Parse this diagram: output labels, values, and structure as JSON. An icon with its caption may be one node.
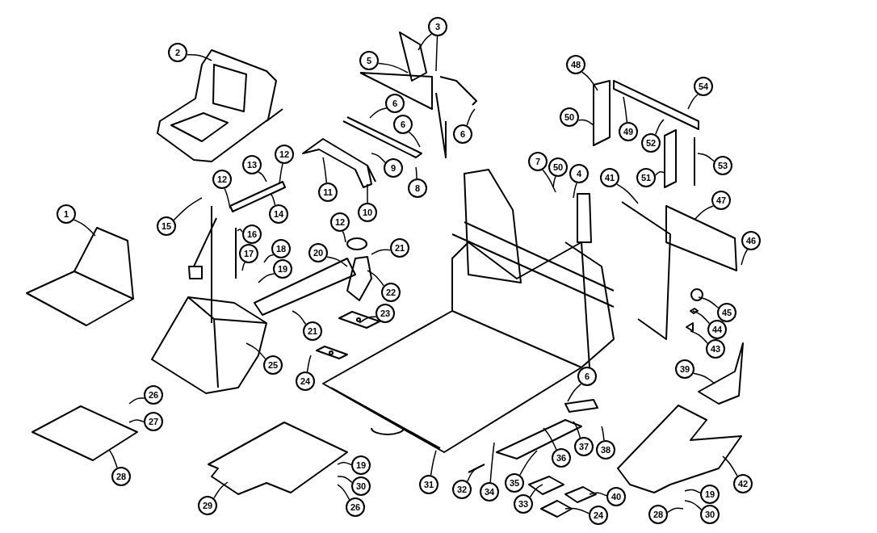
{
  "diagram": {
    "nodes": [
      {
        "text": [
          "3"
        ]
      },
      {
        "text": [
          "2"
        ]
      },
      {
        "text": [
          "5"
        ]
      },
      {
        "text": [
          "48"
        ]
      },
      {
        "text": [
          "54"
        ]
      },
      {
        "text": [
          "6"
        ]
      },
      {
        "text": [
          "50"
        ]
      },
      {
        "text": [
          "6"
        ]
      },
      {
        "text": [
          "49"
        ]
      },
      {
        "text": [
          "6"
        ]
      },
      {
        "text": [
          "52"
        ]
      },
      {
        "text": [
          "12"
        ]
      },
      {
        "text": [
          "7"
        ]
      },
      {
        "text": [
          "13"
        ]
      },
      {
        "text": [
          "53"
        ]
      },
      {
        "text": [
          "50"
        ]
      },
      {
        "text": [
          "9"
        ]
      },
      {
        "text": [
          "4"
        ]
      },
      {
        "text": [
          "41"
        ]
      },
      {
        "text": [
          "51"
        ]
      },
      {
        "text": [
          "12"
        ]
      },
      {
        "text": [
          "8"
        ]
      },
      {
        "text": [
          "11"
        ]
      },
      {
        "text": [
          "47"
        ]
      },
      {
        "text": [
          "10"
        ]
      },
      {
        "text": [
          "1"
        ]
      },
      {
        "text": [
          "14"
        ]
      },
      {
        "text": [
          "12"
        ]
      },
      {
        "text": [
          "15"
        ]
      },
      {
        "text": [
          "16"
        ]
      },
      {
        "text": [
          "46"
        ]
      },
      {
        "text": [
          "21"
        ]
      },
      {
        "text": [
          "18"
        ]
      },
      {
        "text": [
          "20"
        ]
      },
      {
        "text": [
          "17"
        ]
      },
      {
        "text": [
          "19"
        ]
      },
      {
        "text": [
          "22"
        ]
      },
      {
        "text": [
          "45"
        ]
      },
      {
        "text": [
          "23"
        ]
      },
      {
        "text": [
          "44"
        ]
      },
      {
        "text": [
          "21"
        ]
      },
      {
        "text": [
          "43"
        ]
      },
      {
        "text": [
          "25"
        ]
      },
      {
        "text": [
          "39"
        ]
      },
      {
        "text": [
          "6"
        ]
      },
      {
        "text": [
          "24"
        ]
      },
      {
        "text": [
          "26"
        ]
      },
      {
        "text": [
          "27"
        ]
      },
      {
        "text": [
          "37"
        ]
      },
      {
        "text": [
          "38"
        ]
      },
      {
        "text": [
          "36"
        ]
      },
      {
        "text": [
          "19"
        ]
      },
      {
        "text": [
          "28"
        ]
      },
      {
        "text": [
          "35"
        ]
      },
      {
        "text": [
          "42"
        ]
      },
      {
        "text": [
          "31"
        ]
      },
      {
        "text": [
          "30"
        ]
      },
      {
        "text": [
          "32"
        ]
      },
      {
        "text": [
          "34"
        ]
      },
      {
        "text": [
          "19"
        ]
      },
      {
        "text": [
          "40"
        ]
      },
      {
        "text": [
          "33"
        ]
      },
      {
        "text": [
          "29"
        ]
      },
      {
        "text": [
          "26"
        ]
      },
      {
        "text": [
          "30"
        ]
      },
      {
        "text": [
          "28"
        ]
      },
      {
        "text": [
          "24"
        ]
      }
    ],
    "edges": [
      {
        "from": 0,
        "to": null,
        "arrow": "none"
      },
      {
        "from": 0,
        "to": null,
        "arrow": "none"
      },
      {
        "from": 1,
        "to": null,
        "arrow": "none"
      },
      {
        "from": 2,
        "to": null,
        "arrow": "none"
      },
      {
        "from": 3,
        "to": null,
        "arrow": "none"
      },
      {
        "from": 4,
        "to": null,
        "arrow": "none"
      },
      {
        "from": 5,
        "to": null,
        "arrow": "none"
      },
      {
        "from": 6,
        "to": null,
        "arrow": "none"
      },
      {
        "from": 7,
        "to": null,
        "arrow": "none"
      },
      {
        "from": 8,
        "to": null,
        "arrow": "none"
      },
      {
        "from": 9,
        "to": null,
        "arrow": "none"
      },
      {
        "from": 10,
        "to": null,
        "arrow": "none"
      },
      {
        "from": 11,
        "to": null,
        "arrow": "none"
      },
      {
        "from": 12,
        "to": null,
        "arrow": "none"
      },
      {
        "from": 13,
        "to": null,
        "arrow": "none"
      },
      {
        "from": 14,
        "to": null,
        "arrow": "none"
      },
      {
        "from": 15,
        "to": null,
        "arrow": "none"
      },
      {
        "from": 16,
        "to": null,
        "arrow": "none"
      },
      {
        "from": 17,
        "to": null,
        "arrow": "none"
      },
      {
        "from": 18,
        "to": null,
        "arrow": "none"
      },
      {
        "from": 19,
        "to": null,
        "arrow": "none"
      },
      {
        "from": 20,
        "to": null,
        "arrow": "none"
      },
      {
        "from": 21,
        "to": null,
        "arrow": "none"
      },
      {
        "from": 22,
        "to": null,
        "arrow": "none"
      },
      {
        "from": 23,
        "to": null,
        "arrow": "none"
      },
      {
        "from": 24,
        "to": null,
        "arrow": "none"
      },
      {
        "from": 25,
        "to": null,
        "arrow": "none"
      },
      {
        "from": 26,
        "to": null,
        "arrow": "none"
      },
      {
        "from": 27,
        "to": null,
        "arrow": "none"
      },
      {
        "from": 28,
        "to": null,
        "arrow": "none"
      },
      {
        "from": 29,
        "to": null,
        "arrow": "none"
      },
      {
        "from": 30,
        "to": null,
        "arrow": "none"
      },
      {
        "from": 31,
        "to": null,
        "arrow": "none"
      },
      {
        "from": 32,
        "to": null,
        "arrow": "none"
      },
      {
        "from": 33,
        "to": null,
        "arrow": "none"
      },
      {
        "from": 34,
        "to": null,
        "arrow": "none"
      },
      {
        "from": 35,
        "to": null,
        "arrow": "none"
      },
      {
        "from": 36,
        "to": null,
        "arrow": "none"
      },
      {
        "from": 37,
        "to": null,
        "arrow": "none"
      },
      {
        "from": 38,
        "to": null,
        "arrow": "none"
      },
      {
        "from": 39,
        "to": null,
        "arrow": "none"
      },
      {
        "from": 40,
        "to": null,
        "arrow": "none"
      },
      {
        "from": 41,
        "to": null,
        "arrow": "none"
      },
      {
        "from": 42,
        "to": null,
        "arrow": "none"
      },
      {
        "from": 43,
        "to": null,
        "arrow": "none"
      },
      {
        "from": 44,
        "to": null,
        "arrow": "none"
      },
      {
        "from": 45,
        "to": null,
        "arrow": "none"
      },
      {
        "from": 46,
        "to": null,
        "arrow": "none"
      },
      {
        "from": 47,
        "to": null,
        "arrow": "none"
      },
      {
        "from": 48,
        "to": null,
        "arrow": "none"
      },
      {
        "from": 49,
        "to": null,
        "arrow": "none"
      },
      {
        "from": 50,
        "to": null,
        "arrow": "none"
      },
      {
        "from": 51,
        "to": null,
        "arrow": "none"
      },
      {
        "from": 52,
        "to": null,
        "arrow": "none"
      },
      {
        "from": 53,
        "to": null,
        "arrow": "none"
      },
      {
        "from": 54,
        "to": null,
        "arrow": "none"
      },
      {
        "from": 55,
        "to": null,
        "arrow": "none"
      },
      {
        "from": 56,
        "to": null,
        "arrow": "none"
      },
      {
        "from": 57,
        "to": null,
        "arrow": "none"
      },
      {
        "from": 58,
        "to": null,
        "arrow": "none"
      },
      {
        "from": 59,
        "to": null,
        "arrow": "none"
      },
      {
        "from": 60,
        "to": null,
        "arrow": "none"
      },
      {
        "from": 61,
        "to": null,
        "arrow": "none"
      },
      {
        "from": 62,
        "to": null,
        "arrow": "none"
      },
      {
        "from": 63,
        "to": null,
        "arrow": "none"
      },
      {
        "from": 64,
        "to": null,
        "arrow": "none"
      },
      {
        "from": 65,
        "to": null,
        "arrow": "none"
      },
      {
        "from": 66,
        "to": null,
        "arrow": "none"
      }
    ]
  }
}
